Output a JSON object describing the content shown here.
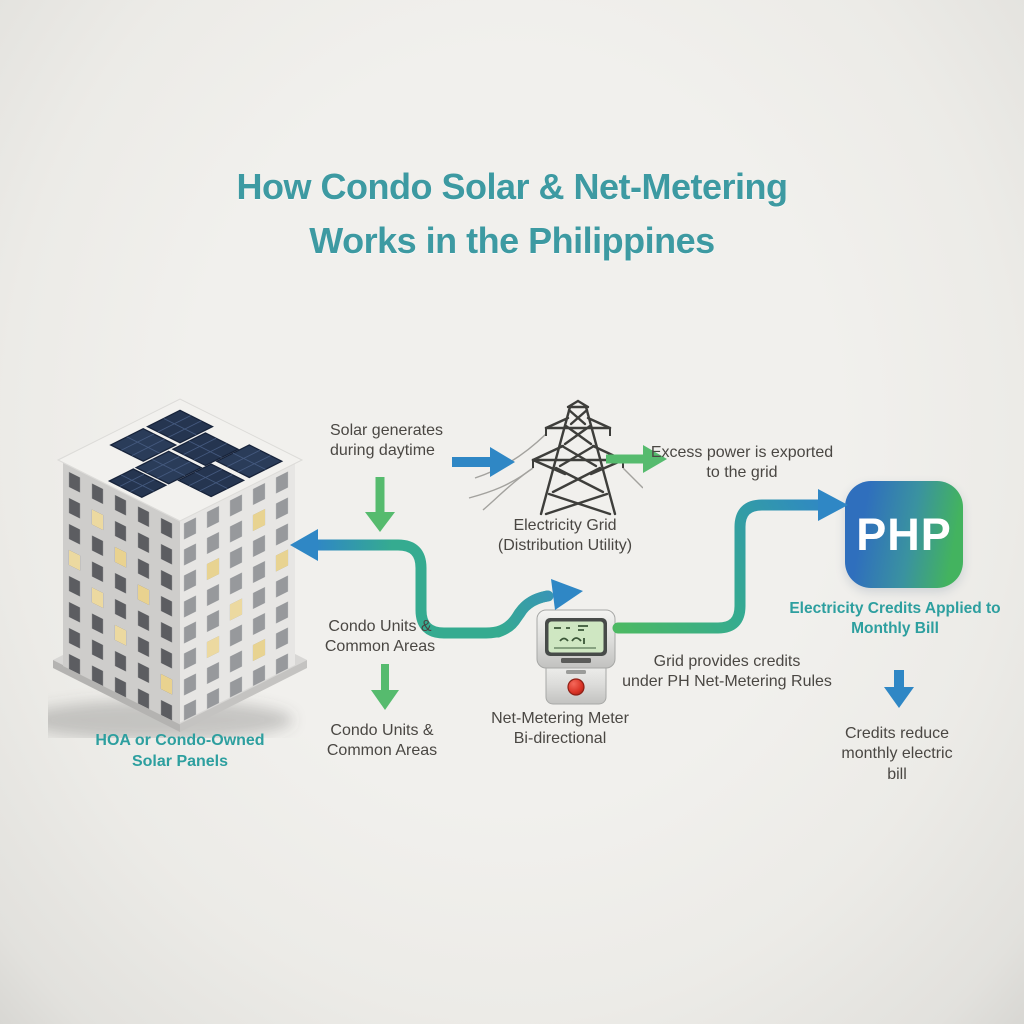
{
  "title": {
    "line1": "How Condo Solar & Net-Metering",
    "line2": "Works in the Philippines"
  },
  "labels": {
    "solar_generates": "Solar generates\nduring daytime",
    "electricity_grid": "Electricity Grid\n(Distribution Utility)",
    "excess_power": "Excess power is exported\nto the grid",
    "php_badge": "PHP",
    "credits_applied": "Electricity Credits Applied to\nMonthly Bill",
    "condo_units_upper": "Condo Units &\nCommon Areas",
    "condo_units_lower": "Condo Units &\nCommon Areas",
    "grid_credits": "Grid provides credits\nunder PH Net-Metering Rules",
    "meter": "Net-Metering Meter\nBi-directional",
    "credits_reduce": "Credits reduce\nmonthly electric bill",
    "hoa_solar": "HOA or Condo-Owned\nSolar Panels"
  },
  "icons": {
    "building": "condo-building-with-solar-panels",
    "tower": "transmission-tower",
    "meter": "bidirectional-net-meter",
    "php": "php-currency-badge"
  },
  "colors": {
    "background": "#efeeea",
    "title_teal": "#3d9aa2",
    "label_teal": "#2d9f9f",
    "text_dark": "#4a4743",
    "arrow_blue": "#2f87c5",
    "arrow_green": "#56bb6e",
    "arrow_teal": "#35ab90",
    "php_gradient_start": "#2f6fbd",
    "php_gradient_end": "#43b35f"
  }
}
